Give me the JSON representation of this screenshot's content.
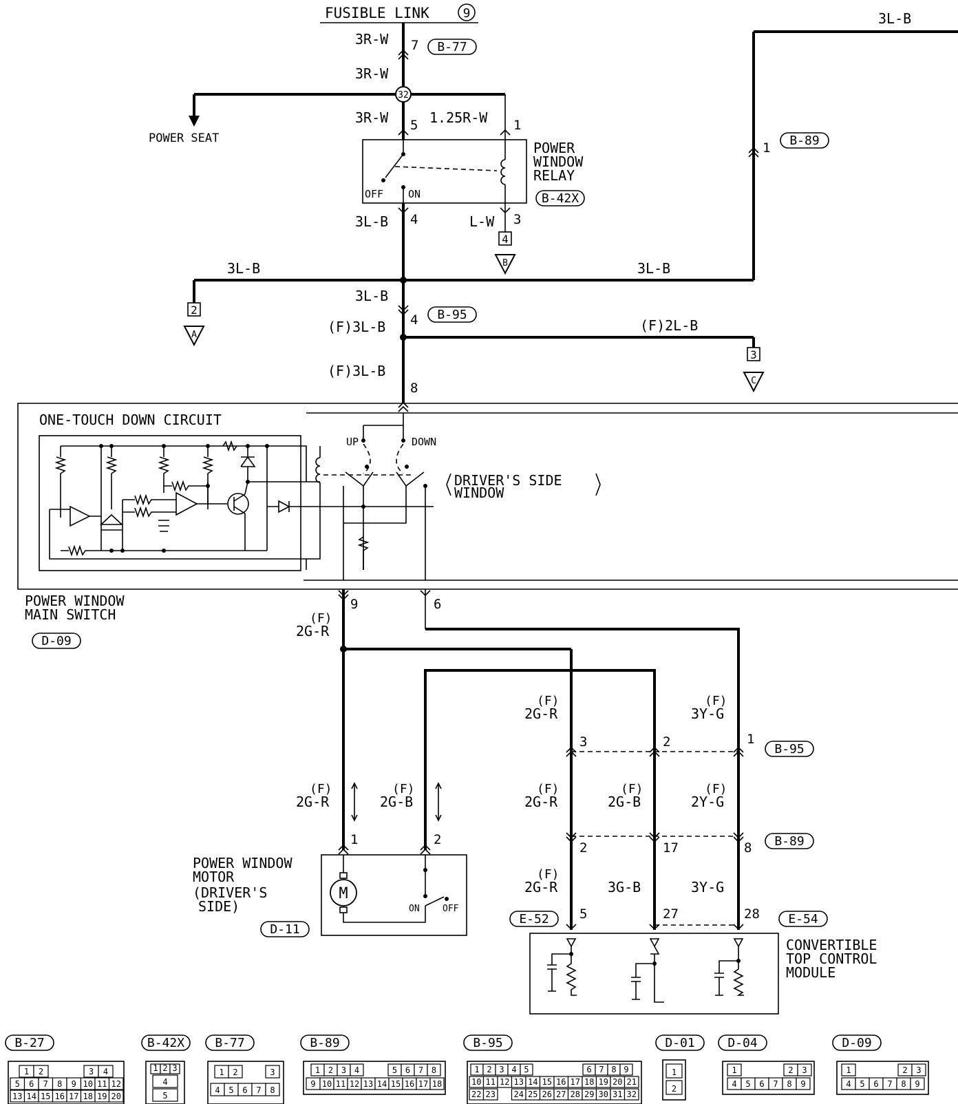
{
  "top": {
    "fusible_link": "FUSIBLE LINK",
    "fusible_link_num": "9",
    "wire_3rw_a": "3R-W",
    "pin_7": "7",
    "conn_b77": "B-77",
    "wire_3rw_b": "3R-W",
    "splice_32": "32",
    "power_seat": "POWER SEAT",
    "wire_3rw_c": "3R-W",
    "pin_5": "5",
    "wire_125rw": "1.25R-W",
    "pin_1": "1",
    "wire_3lb_top": "3L-B",
    "pin_1_b89": "1",
    "conn_b89_top": "B-89"
  },
  "relay": {
    "title_1": "POWER",
    "title_2": "WINDOW",
    "title_3": "RELAY",
    "conn": "B-42X",
    "off": "OFF",
    "on": "ON",
    "wire_3lb": "3L-B",
    "pin_4": "4",
    "wire_lw": "L-W",
    "pin_3": "3",
    "ground_num": "4",
    "ground_letter": "B"
  },
  "mid": {
    "wire_3lb_left": "3L-B",
    "wire_3lb_right": "3L-B",
    "wire_3lb_down": "3L-B",
    "pin_4_b95": "4",
    "conn_b95": "B-95",
    "wire_f3lb_a": "(F)3L-B",
    "wire_f2lb": "(F)2L-B",
    "wire_f3lb_b": "(F)3L-B",
    "pin_8": "8",
    "ref_a_num": "2",
    "ref_a_letter": "A",
    "ref_c_num": "3",
    "ref_c_letter": "C"
  },
  "switch": {
    "one_touch": "ONE-TOUCH DOWN CIRCUIT",
    "up": "UP",
    "down": "DOWN",
    "drivers_side_1": "DRIVER'S SIDE",
    "drivers_side_2": "WINDOW",
    "main_1": "POWER WINDOW",
    "main_2": "MAIN SWITCH",
    "conn": "D-09",
    "pin_9": "9",
    "pin_6": "6"
  },
  "lower": {
    "f_a": "(F)",
    "wire_2gr_a": "2G-R",
    "f_b": "(F)",
    "wire_2gr_b": "2G-R",
    "f_c": "(F)",
    "wire_2gb_b": "2G-B",
    "f_d": "(F)",
    "wire_2gr_c": "2G-R",
    "f_e": "(F)",
    "wire_3yg_a": "3Y-G",
    "pin_3": "3",
    "pin_2": "2",
    "pin_1": "1",
    "conn_b95": "B-95",
    "f_f": "(F)",
    "wire_2gr_d": "2G-R",
    "f_g": "(F)",
    "wire_2gb_c": "2G-B",
    "f_h": "(F)",
    "wire_2yg": "2Y-G",
    "pin_2b": "2",
    "pin_17": "17",
    "pin_8": "8",
    "conn_b89": "B-89",
    "f_i": "(F)",
    "wire_2gr_e": "2G-R",
    "wire_3gb": "3G-B",
    "wire_3yg_b": "3Y-G",
    "conn_e52": "E-52",
    "pin_5": "5",
    "pin_27": "27",
    "pin_28": "28",
    "conn_e54": "E-54",
    "motor_pin_1": "1",
    "motor_pin_2": "2",
    "motor_1": "POWER WINDOW",
    "motor_2": "MOTOR",
    "motor_3": "(DRIVER'S",
    "motor_4": "SIDE)",
    "motor_conn": "D-11",
    "motor_on": "ON",
    "motor_off": "OFF",
    "motor_symbol": "M",
    "ctm_1": "CONVERTIBLE",
    "ctm_2": "TOP CONTROL",
    "ctm_3": "MODULE"
  },
  "connectors": {
    "b27": "B-27",
    "b42x": "B-42X",
    "b77": "B-77",
    "b89": "B-89",
    "b95": "B-95",
    "d01": "D-01",
    "d04": "D-04",
    "d09": "D-09",
    "b27_row1": [
      "1",
      "2",
      "3",
      "4"
    ],
    "b27_row2": [
      "5",
      "6",
      "7",
      "8",
      "9",
      "10",
      "11",
      "12"
    ],
    "b27_row3": [
      "13",
      "14",
      "15",
      "16",
      "17",
      "18",
      "19",
      "20"
    ],
    "b42x_cells": [
      "1",
      "2",
      "3",
      "4",
      "5"
    ],
    "b77_row1": [
      "1",
      "2",
      "3"
    ],
    "b77_row2": [
      "4",
      "5",
      "6",
      "7",
      "8"
    ],
    "b89_row1": [
      "1",
      "2",
      "3",
      "4",
      "5",
      "6",
      "7",
      "8"
    ],
    "b89_row2": [
      "9",
      "10",
      "11",
      "12",
      "13",
      "14",
      "15",
      "16",
      "17",
      "18"
    ],
    "b95_row1": [
      "1",
      "2",
      "3",
      "4",
      "5",
      "6",
      "7",
      "8",
      "9"
    ],
    "b95_row2": [
      "10",
      "11",
      "12",
      "13",
      "14",
      "15",
      "16",
      "17",
      "18",
      "19",
      "20",
      "21"
    ],
    "b95_row3": [
      "22",
      "23",
      "24",
      "25",
      "26",
      "27",
      "28",
      "29",
      "30",
      "31",
      "32"
    ],
    "d01_cells": [
      "1",
      "2"
    ],
    "d04_row1": [
      "1",
      "2",
      "3"
    ],
    "d04_row2": [
      "4",
      "5",
      "6",
      "7",
      "8",
      "9"
    ],
    "d09_row1": [
      "1",
      "2",
      "3"
    ],
    "d09_row2": [
      "4",
      "5",
      "6",
      "7",
      "8",
      "9"
    ]
  }
}
